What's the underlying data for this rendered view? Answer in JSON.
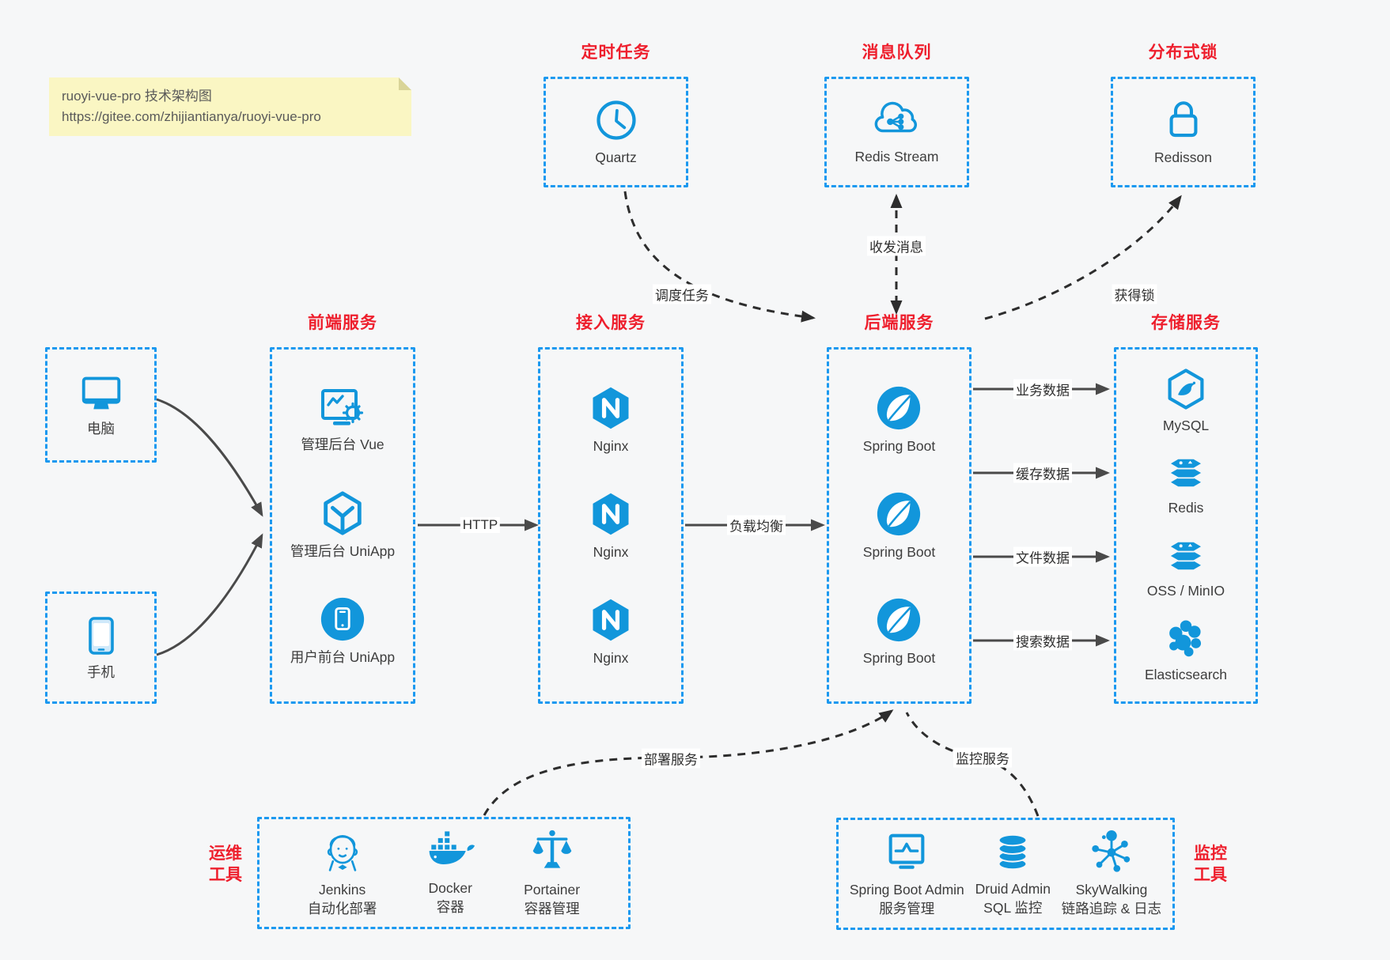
{
  "note": {
    "line1": "ruoyi-vue-pro 技术架构图",
    "line2": "https://gitee.com/zhijiantianya/ruoyi-vue-pro"
  },
  "colors": {
    "icon_blue": "#1296db",
    "border_blue": "#1b99f0",
    "title_red": "#ee1f2d",
    "background": "#f6f7f8"
  },
  "groups": {
    "scheduler": {
      "title": "定时任务",
      "items": [
        {
          "label": "Quartz",
          "icon": "clock-icon"
        }
      ]
    },
    "mq": {
      "title": "消息队列",
      "items": [
        {
          "label": "Redis Stream",
          "icon": "cloud-queue-icon"
        }
      ]
    },
    "lock": {
      "title": "分布式锁",
      "items": [
        {
          "label": "Redisson",
          "icon": "lock-icon"
        }
      ]
    },
    "devices": {
      "items": [
        {
          "label": "电脑",
          "icon": "desktop-icon"
        },
        {
          "label": "手机",
          "icon": "phone-icon"
        }
      ]
    },
    "frontend": {
      "title": "前端服务",
      "items": [
        {
          "label": "管理后台 Vue",
          "icon": "admin-screen-gear-icon"
        },
        {
          "label": "管理后台 UniApp",
          "icon": "cube-icon"
        },
        {
          "label": "用户前台 UniApp",
          "icon": "mobile-app-circle-icon"
        }
      ]
    },
    "gateway": {
      "title": "接入服务",
      "items": [
        {
          "label": "Nginx",
          "icon": "nginx-icon"
        },
        {
          "label": "Nginx",
          "icon": "nginx-icon"
        },
        {
          "label": "Nginx",
          "icon": "nginx-icon"
        }
      ]
    },
    "backend": {
      "title": "后端服务",
      "items": [
        {
          "label": "Spring Boot",
          "icon": "spring-boot-icon"
        },
        {
          "label": "Spring Boot",
          "icon": "spring-boot-icon"
        },
        {
          "label": "Spring Boot",
          "icon": "spring-boot-icon"
        }
      ]
    },
    "storage": {
      "title": "存储服务",
      "items": [
        {
          "label": "MySQL",
          "icon": "mysql-icon"
        },
        {
          "label": "Redis",
          "icon": "redis-stack-icon"
        },
        {
          "label": "OSS / MinIO",
          "icon": "storage-stack-icon"
        },
        {
          "label": "Elasticsearch",
          "icon": "elasticsearch-icon"
        }
      ]
    },
    "ops": {
      "title_line1": "运维",
      "title_line2": "工具",
      "items": [
        {
          "name": "Jenkins",
          "desc": "自动化部署",
          "icon": "jenkins-icon"
        },
        {
          "name": "Docker",
          "desc": "容器",
          "icon": "docker-whale-icon"
        },
        {
          "name": "Portainer",
          "desc": "容器管理",
          "icon": "scales-icon"
        }
      ]
    },
    "monitor": {
      "title_line1": "监控",
      "title_line2": "工具",
      "items": [
        {
          "name": "Spring Boot Admin",
          "desc": "服务管理",
          "icon": "monitor-pulse-icon"
        },
        {
          "name": "Druid Admin",
          "desc": "SQL 监控",
          "icon": "database-icon"
        },
        {
          "name": "SkyWalking",
          "desc": "链路追踪 & 日志",
          "icon": "network-hub-icon"
        }
      ]
    }
  },
  "edges": {
    "http": "HTTP",
    "lb": "负载均衡",
    "biz": "业务数据",
    "cache": "缓存数据",
    "file": "文件数据",
    "search": "搜索数据",
    "schedule": "调度任务",
    "message": "收发消息",
    "acquire_lock": "获得锁",
    "deploy": "部署服务",
    "monitor_svc": "监控服务"
  }
}
